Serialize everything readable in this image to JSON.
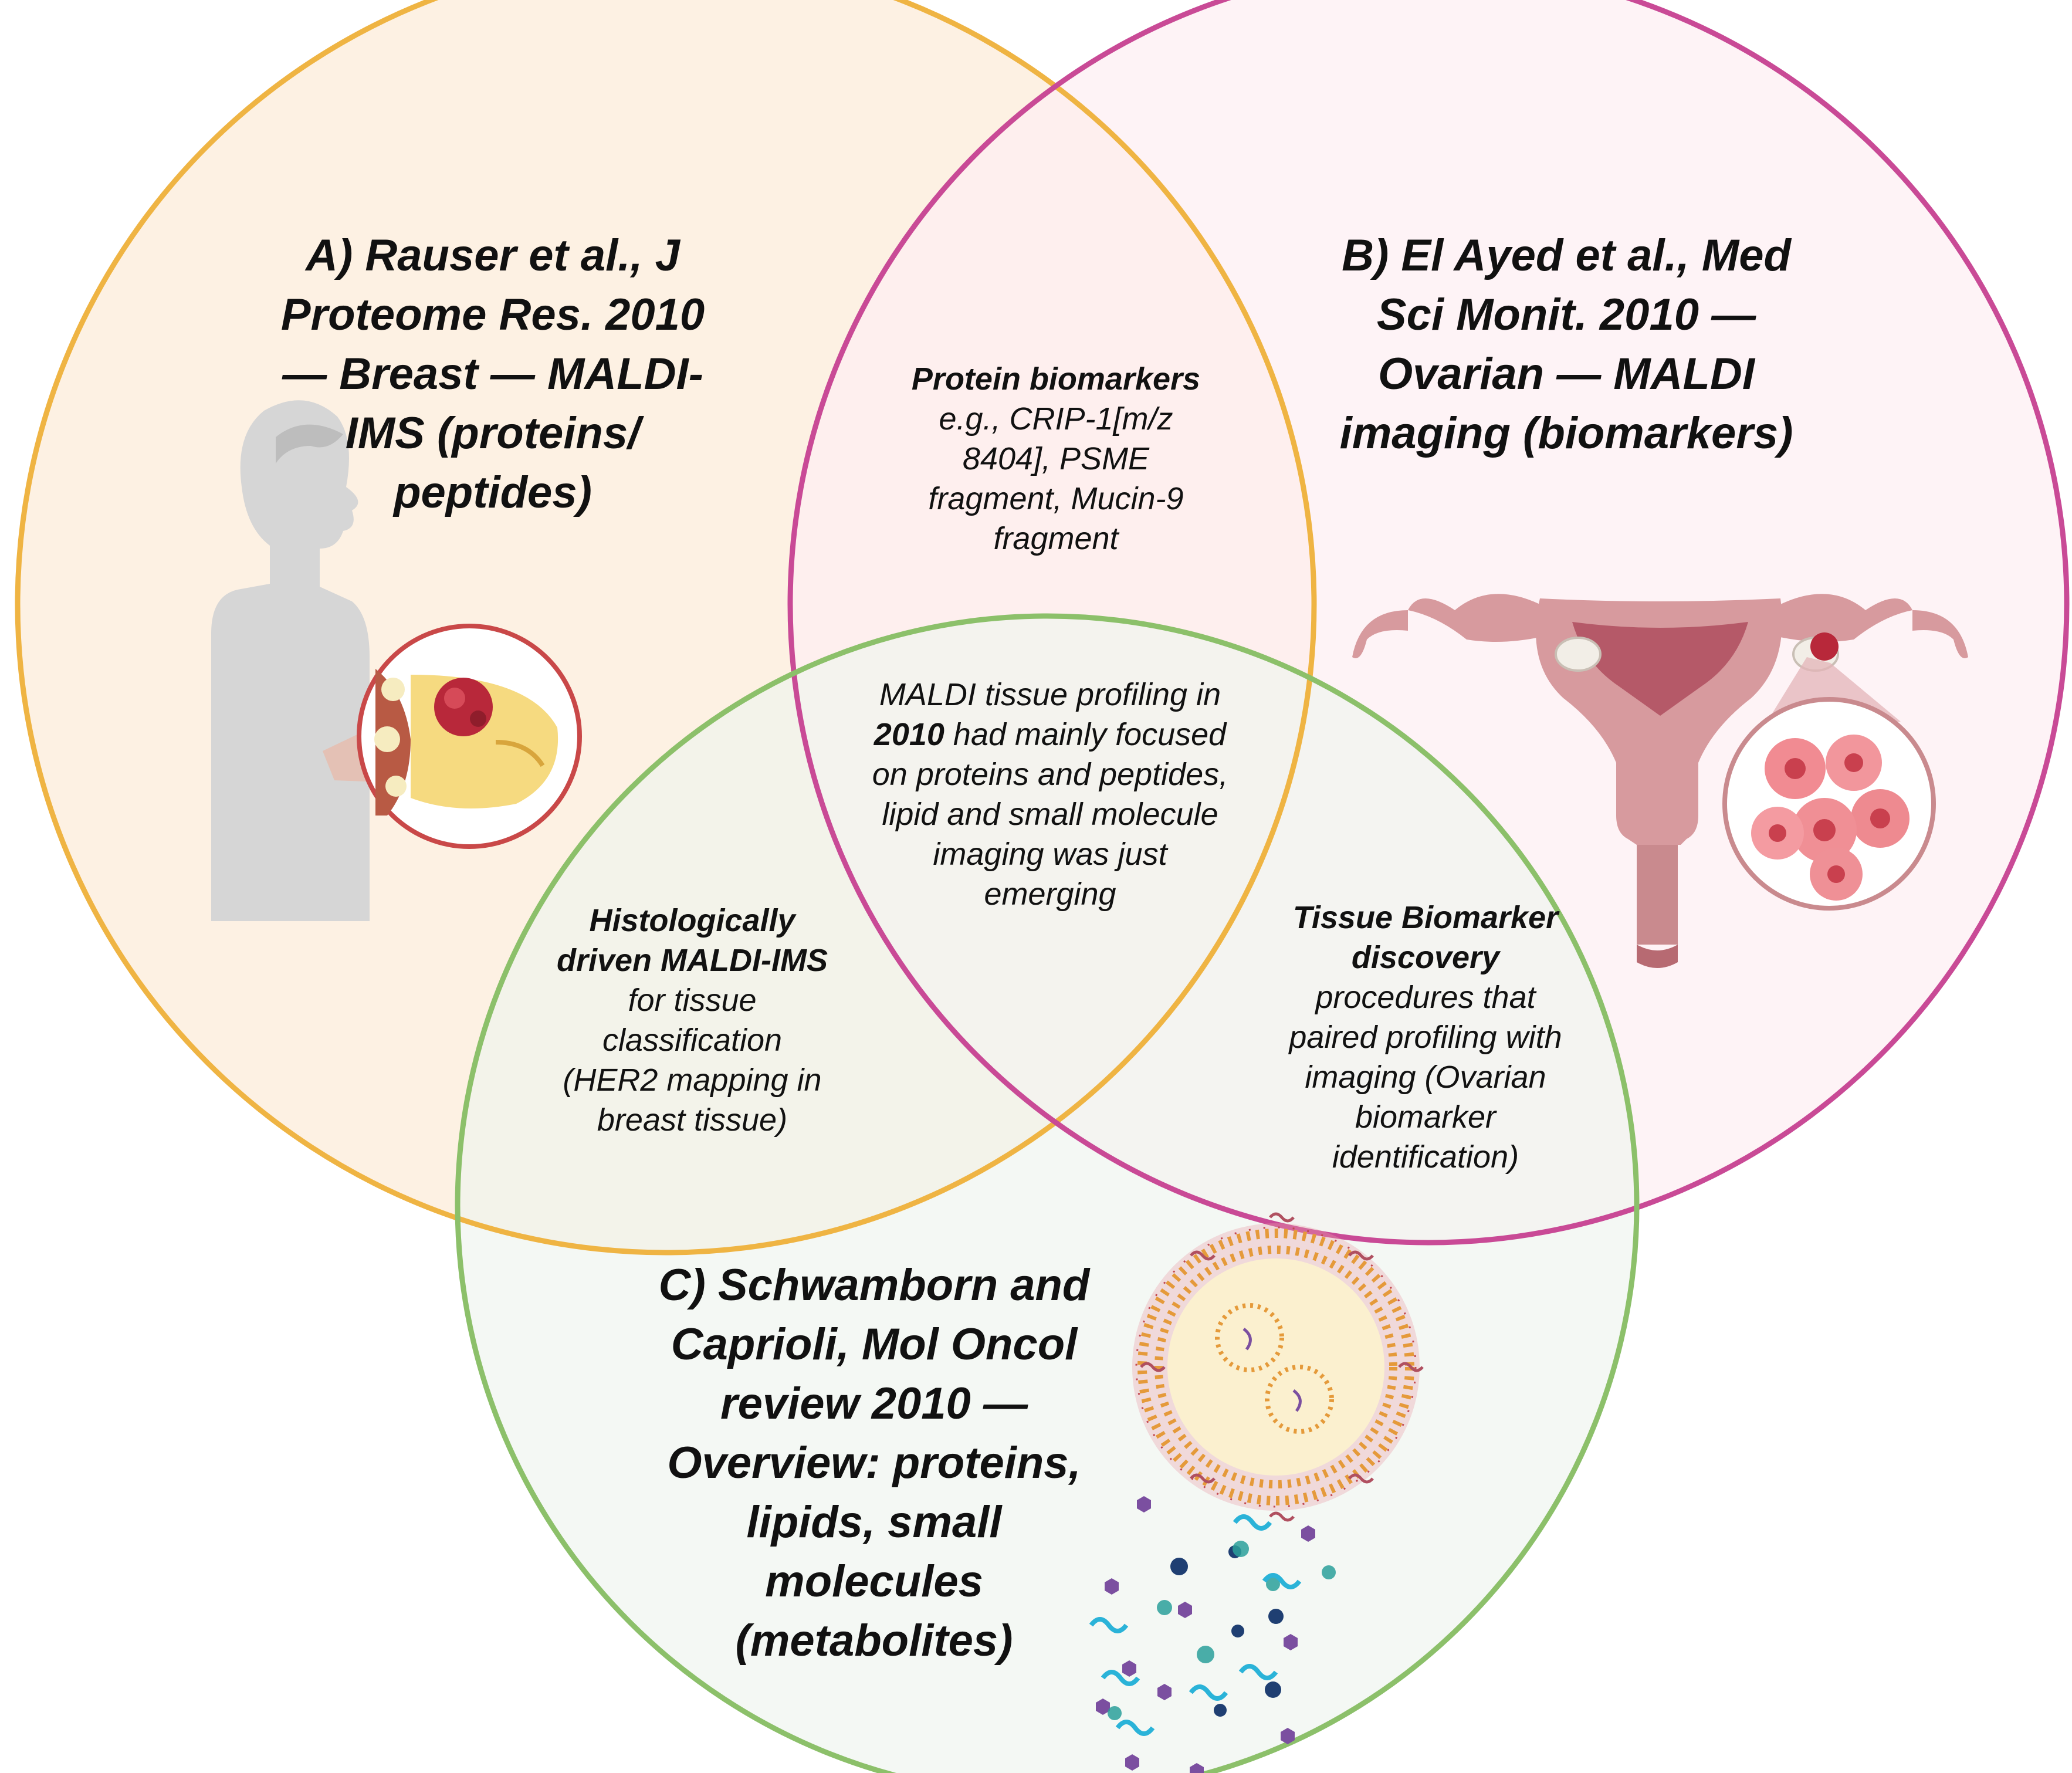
{
  "colors": {
    "circle_a_stroke": "#efb443",
    "circle_a_fill": "#fdf1e3",
    "circle_b_stroke": "#c94a96",
    "circle_b_fill": "#fdeef2",
    "circle_c_stroke": "#8cc06a",
    "circle_c_fill": "#eef4ee"
  },
  "circles": {
    "a": {
      "title_lines": [
        "A) Rauser et al., J",
        "Proteome Res. 2010",
        "— Breast — MALDI-",
        "IMS (proteins/",
        "peptides)"
      ],
      "icon": "breast-tumor-illustration-icon"
    },
    "b": {
      "title_lines": [
        "B) El Ayed et al., Med",
        "Sci Monit. 2010 —",
        "Ovarian — MALDI",
        "imaging (biomarkers)"
      ],
      "icon": "uterus-ovary-tumor-illustration-icon"
    },
    "c": {
      "title_lines": [
        "C) Schwamborn and",
        "Caprioli, Mol Oncol",
        "review 2010 —",
        "Overview: proteins,",
        "lipids, small",
        "molecules",
        "(metabolites)"
      ],
      "icon": "liposome-metabolites-illustration-icon"
    }
  },
  "overlaps": {
    "ab": {
      "heading": "Protein biomarkers",
      "lines": [
        "e.g., CRIP-1[m/z",
        "8404], PSME",
        "fragment, Mucin-9",
        "fragment"
      ]
    },
    "ac": {
      "heading_lines": [
        "Histologically",
        "driven MALDI-IMS"
      ],
      "lines": [
        "for tissue",
        "classification",
        "(HER2 mapping in",
        "breast tissue)"
      ]
    },
    "bc": {
      "heading_lines": [
        "Tissue Biomarker",
        "discovery"
      ],
      "lines": [
        "procedures that",
        "paired profiling with",
        "imaging (Ovarian",
        "biomarker",
        "identification)"
      ]
    },
    "abc": {
      "line1": "MALDI tissue profiling in",
      "line2_bold": "2010",
      "line2_rest": " had mainly focused",
      "lines": [
        "on proteins and peptides,",
        "lipid and small molecule",
        "imaging was just",
        "emerging"
      ]
    }
  }
}
